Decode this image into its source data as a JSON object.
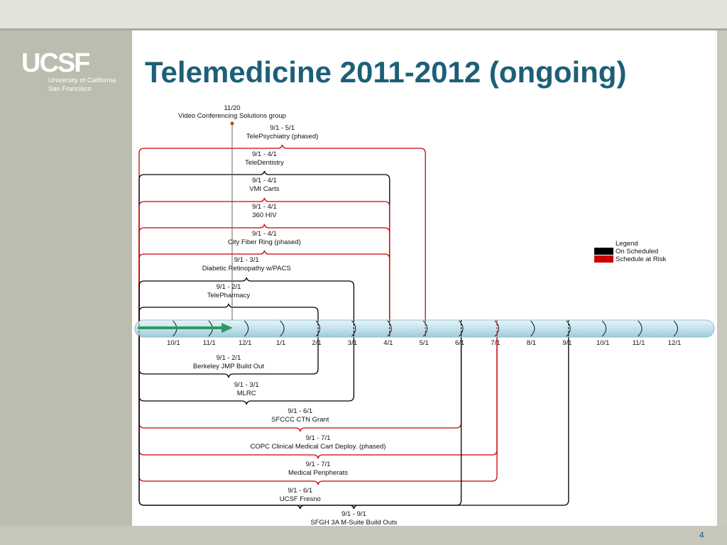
{
  "logo": {
    "mark": "UCSF",
    "line1": "University of California",
    "line2": "San Francisco"
  },
  "slide": {
    "title": "Telemedicine 2011-2012 (ongoing)",
    "page_number": "4"
  },
  "timeline": {
    "ticks": [
      "10/1",
      "11/1",
      "12/1",
      "1/1",
      "2/1",
      "3/1",
      "4/1",
      "5/1",
      "6/1",
      "7/1",
      "8/1",
      "9/1",
      "10/1",
      "11/1",
      "12/1"
    ]
  },
  "legend": {
    "title": "Legend",
    "on_scheduled": "On Scheduled",
    "at_risk": "Schedule at Risk",
    "on_color": "#000000",
    "risk_color": "#cc0000"
  },
  "milestone": {
    "date": "11/20",
    "name": "Video Conferencing Solutions group"
  },
  "tasks_above": [
    {
      "dates": "9/1 - 5/1",
      "name": "TelePsychiatry (phased)",
      "status": "risk"
    },
    {
      "dates": "9/1 - 4/1",
      "name": "TeleDentistry",
      "status": "on"
    },
    {
      "dates": "9/1 - 4/1",
      "name": "VMI Carts",
      "status": "risk"
    },
    {
      "dates": "9/1 - 4/1",
      "name": "360 HIV",
      "status": "risk"
    },
    {
      "dates": "9/1 - 4/1",
      "name": "City Fiber Ring (phased)",
      "status": "risk"
    },
    {
      "dates": "9/1 - 3/1",
      "name": "Diabetic Retinopathy w/PACS",
      "status": "on"
    },
    {
      "dates": "9/1 - 2/1",
      "name": "TelePharmacy",
      "status": "on"
    }
  ],
  "tasks_below": [
    {
      "dates": "9/1 - 2/1",
      "name": "Berkeley JMP Build Out",
      "status": "on"
    },
    {
      "dates": "9/1 - 3/1",
      "name": "MLRC",
      "status": "on"
    },
    {
      "dates": "9/1 - 6/1",
      "name": "SFCCC CTN Grant",
      "status": "risk"
    },
    {
      "dates": "9/1 - 7/1",
      "name": "COPC Clinical Medical Cart Deploy. (phased)",
      "status": "risk"
    },
    {
      "dates": "9/1 - 7/1",
      "name": "Medical Peripherats",
      "status": "risk"
    },
    {
      "dates": "9/1 - 6/1",
      "name": "UCSF Fresno",
      "status": "on"
    },
    {
      "dates": "9/1 - 9/1",
      "name": "SFGH 3A M-Suite Build Outs",
      "status": "on"
    }
  ]
}
